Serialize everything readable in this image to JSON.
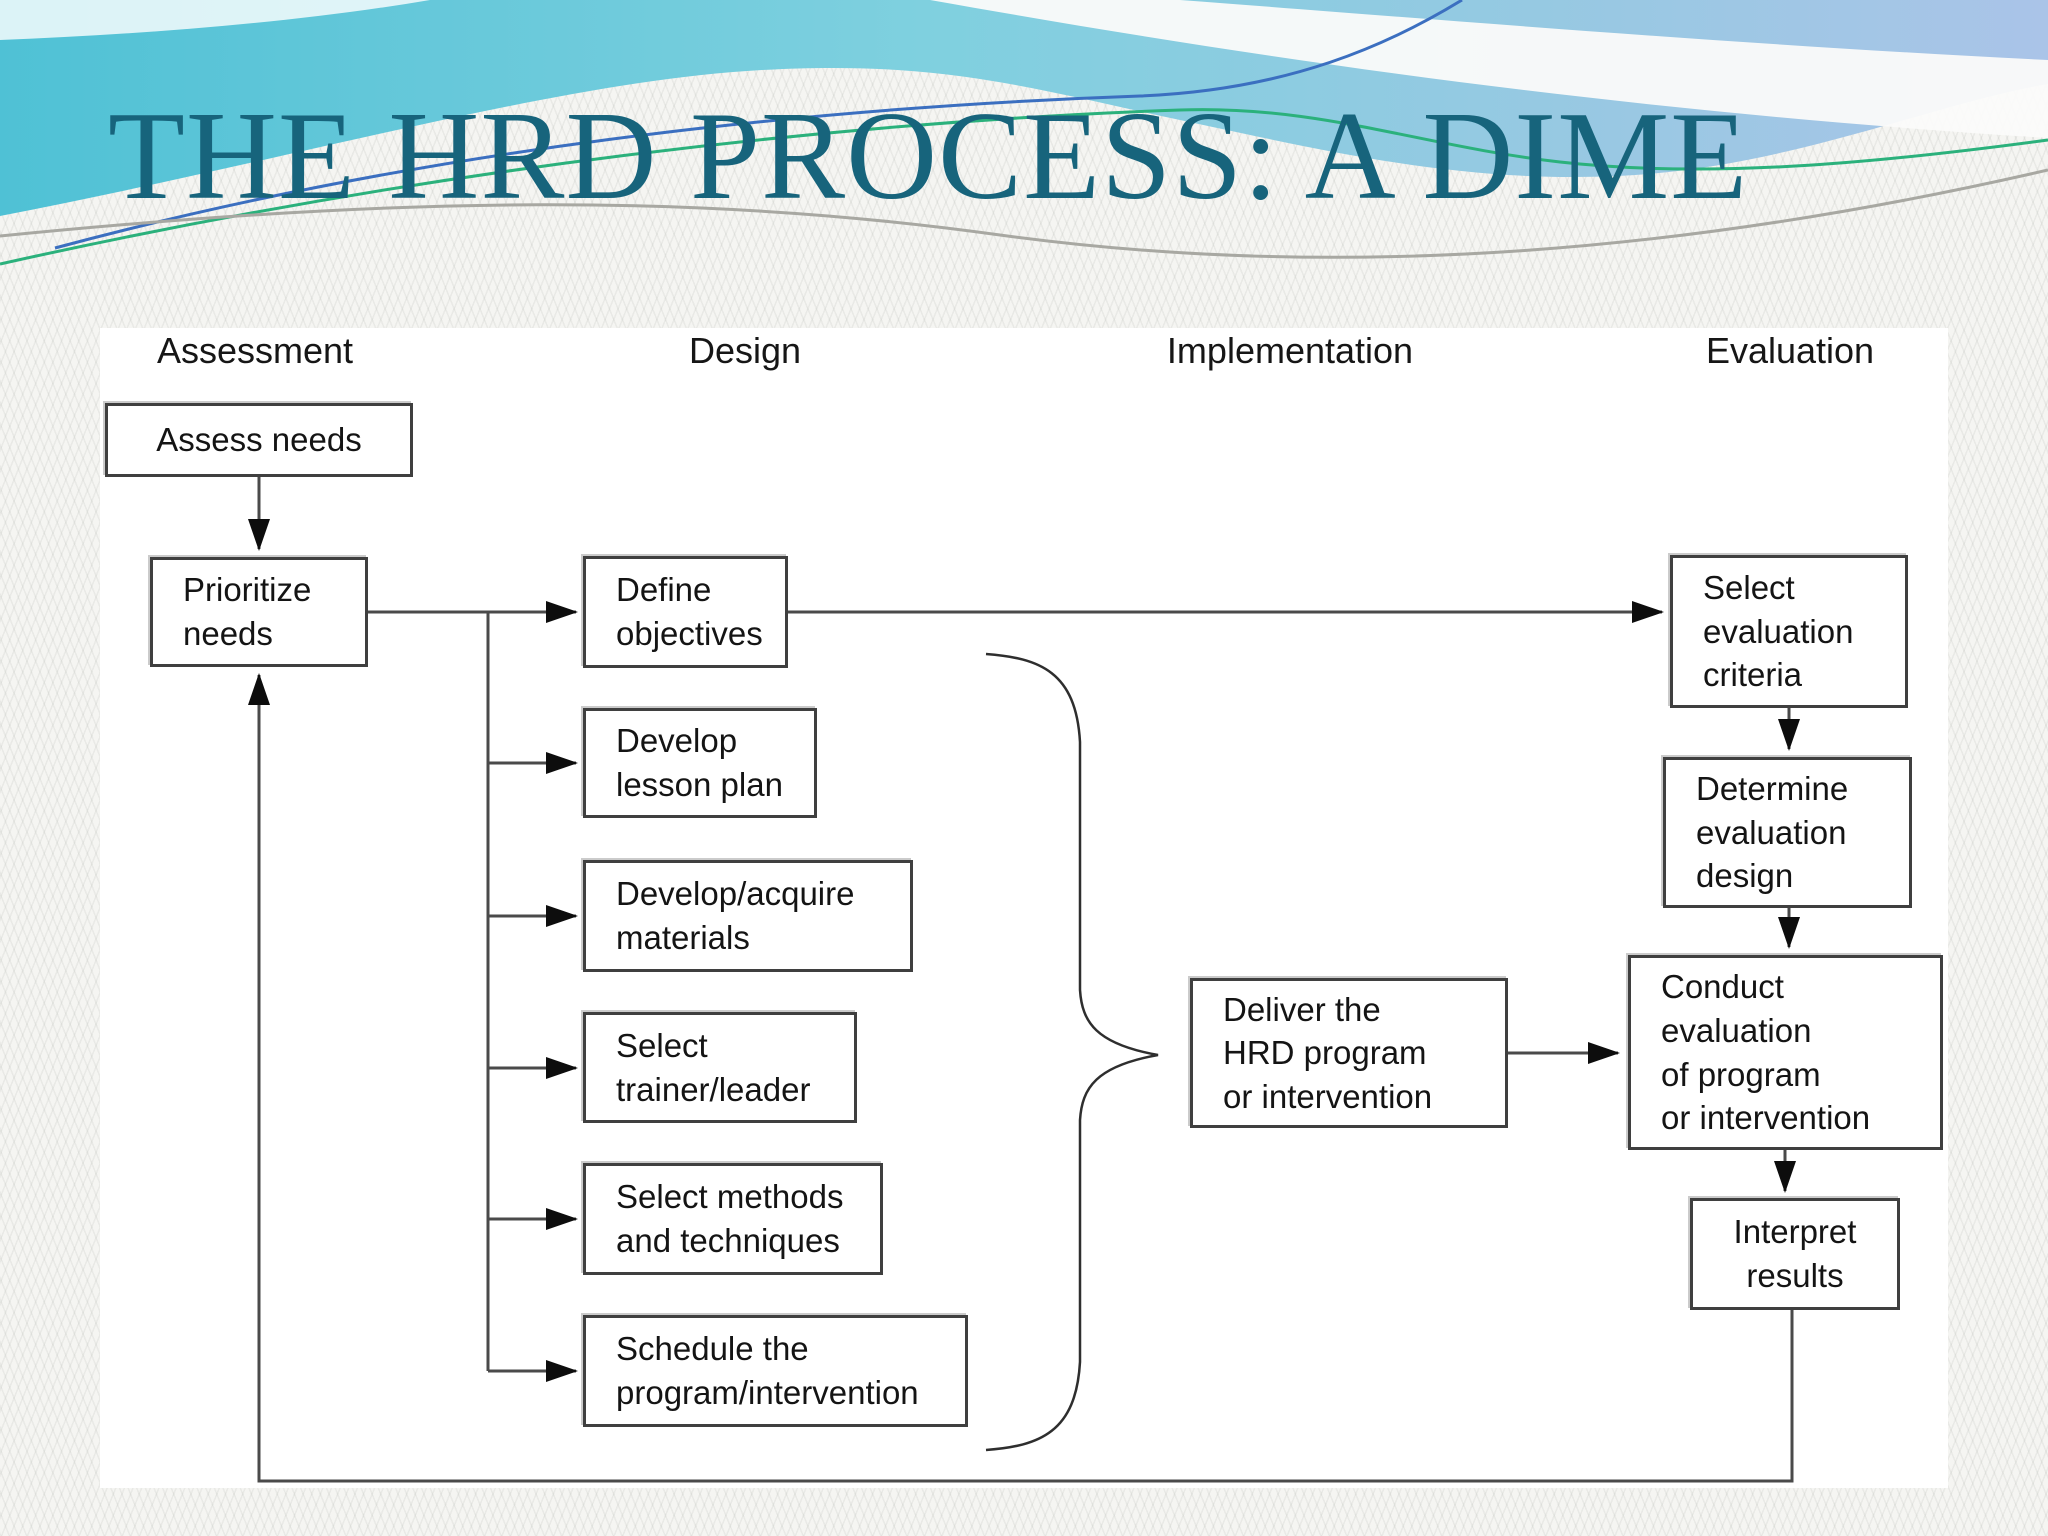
{
  "slide": {
    "title": "THE HRD PROCESS: A DIME",
    "colors": {
      "title_teal": "#17647c",
      "accent_teal": "#54c3d6",
      "accent_periwinkle": "#aac4e8",
      "wave_white": "#fbfbfa",
      "line_blue": "#3b6fc0",
      "line_green": "#2bb17c",
      "line_gray": "#a8a8a2",
      "connector": "#4a4a4a"
    }
  },
  "diagram": {
    "phases": {
      "assessment": "Assessment",
      "design": "Design",
      "implementation": "Implementation",
      "evaluation": "Evaluation"
    },
    "boxes": {
      "assess_needs": "Assess needs",
      "prioritize_needs": "Prioritize\nneeds",
      "define_objectives": "Define\nobjectives",
      "develop_lesson_plan": "Develop\nlesson plan",
      "develop_acquire_materials": "Develop/acquire\nmaterials",
      "select_trainer_leader": "Select\ntrainer/leader",
      "select_methods_techniques": "Select methods\nand techniques",
      "schedule_program_intervention": "Schedule the\nprogram/intervention",
      "deliver_program": "Deliver the\nHRD program\nor intervention",
      "select_evaluation_criteria": "Select\nevaluation\ncriteria",
      "determine_evaluation_design": "Determine\nevaluation\ndesign",
      "conduct_evaluation": "Conduct\nevaluation\nof program\nor intervention",
      "interpret_results": "Interpret\nresults"
    }
  }
}
